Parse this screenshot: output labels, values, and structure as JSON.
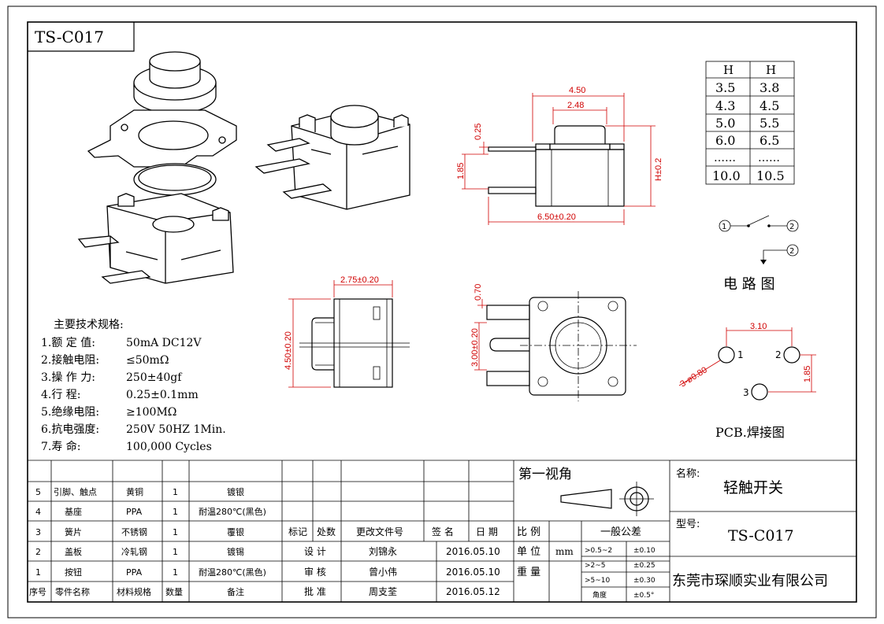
{
  "title_box": "TS-C017",
  "specs": {
    "heading": "主要技术规格:",
    "lines": [
      {
        "label": "1.额 定 值:",
        "value": "50mA DC12V"
      },
      {
        "label": "2.接触电阻:",
        "value": "≤50mΩ"
      },
      {
        "label": "3.操 作 力:",
        "value": "250±40gf"
      },
      {
        "label": "4.行     程:",
        "value": "0.25±0.1mm"
      },
      {
        "label": "5.绝缘电阻:",
        "value": "≥100MΩ"
      },
      {
        "label": "6.抗电强度:",
        "value": "250V 50HZ 1Min."
      },
      {
        "label": "7.寿     命:",
        "value": "100,000 Cycles"
      }
    ]
  },
  "h_table": {
    "headers": [
      "H",
      "H"
    ],
    "rows": [
      [
        "3.5",
        "3.8"
      ],
      [
        "4.3",
        "4.5"
      ],
      [
        "5.0",
        "5.5"
      ],
      [
        "6.0",
        "6.5"
      ],
      [
        "……",
        "……"
      ],
      [
        "10.0",
        "10.5"
      ]
    ]
  },
  "dims": {
    "top_width": "4.50",
    "stem_width": "2.48",
    "stroke": "0.25",
    "pin_height": "1.85",
    "height": "H±0.2",
    "base_width": "6.50±0.20",
    "side_width": "2.75±0.20",
    "side_height": "4.50±0.20",
    "front_pin": "0.70",
    "front_pitch": "3.00±0.20",
    "pcb_pitch": "3.10",
    "pcb_vert": "1.85",
    "pcb_hole": "3-ø0.80"
  },
  "circuit": {
    "title": "电 路 图",
    "n1": "1",
    "n2": "2",
    "n3": "2"
  },
  "pcb": {
    "title": "PCB.焊接图",
    "p1": "1",
    "p2": "2",
    "p3": "3"
  },
  "parts": {
    "header": [
      "序号",
      "零件名称",
      "材料规格",
      "数量",
      "备注"
    ],
    "rows": [
      [
        "5",
        "引脚、触点",
        "黄铜",
        "1",
        "镀银"
      ],
      [
        "4",
        "基座",
        "PPA",
        "1",
        "耐温280℃(黑色)"
      ],
      [
        "3",
        "簧片",
        "不锈钢",
        "1",
        "覆银"
      ],
      [
        "2",
        "盖板",
        "冷轧钢",
        "1",
        "镀锡"
      ],
      [
        "1",
        "按钮",
        "PPA",
        "1",
        "耐温280℃(黑色)"
      ]
    ]
  },
  "revision": {
    "headers": [
      "标记",
      "处数",
      "更改文件号",
      "签 名",
      "日 期"
    ]
  },
  "signoff": [
    {
      "role": "设 计",
      "name": "刘锦永",
      "date": "2016.05.10"
    },
    {
      "role": "审 核",
      "name": "曾小伟",
      "date": "2016.05.10"
    },
    {
      "role": "批 准",
      "name": "周支荃",
      "date": "2016.05.12"
    }
  ],
  "projection": "第一视角",
  "scale_label": "比 例",
  "unit_label": "单 位",
  "unit_value": "mm",
  "weight_label": "重 量",
  "tolerance": {
    "title": "一般公差",
    "rows": [
      [
        ">0.5~2",
        "±0.10"
      ],
      [
        ">2~5",
        "±0.25"
      ],
      [
        ">5~10",
        "±0.30"
      ],
      [
        "角度",
        "±0.5°"
      ]
    ]
  },
  "name_label": "名称:",
  "name_value": "轻触开关",
  "model_label": "型号:",
  "model_value": "TS-C017",
  "company": "东莞市琛顺实业有限公司"
}
